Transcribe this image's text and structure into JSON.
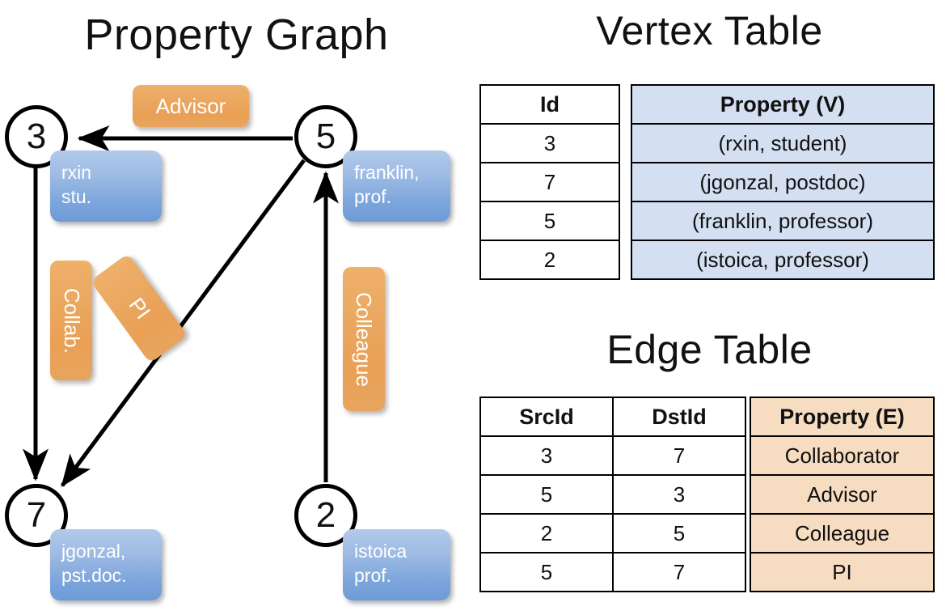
{
  "titles": {
    "property_graph": "Property Graph",
    "vertex_table": "Vertex Table",
    "edge_table": "Edge Table"
  },
  "colors": {
    "vertex_property_fill": "#d4e0f2",
    "edge_property_fill": "#f6dcc0",
    "vertex_box_blue": "#7ba4db",
    "edge_label_orange": "#eaa75f",
    "stroke": "#000000",
    "background": "#ffffff"
  },
  "graph": {
    "nodes": [
      {
        "id": "3",
        "property_line1": "rxin",
        "property_line2": "stu."
      },
      {
        "id": "5",
        "property_line1": "franklin,",
        "property_line2": "prof."
      },
      {
        "id": "7",
        "property_line1": "jgonzal,",
        "property_line2": "pst.doc."
      },
      {
        "id": "2",
        "property_line1": "istoica",
        "property_line2": "prof."
      }
    ],
    "edge_labels": [
      {
        "name": "advisor",
        "text": "Advisor",
        "orientation": "horizontal"
      },
      {
        "name": "collab",
        "text": "Collab.",
        "orientation": "vertical"
      },
      {
        "name": "pi",
        "text": "PI",
        "orientation": "diagonal"
      },
      {
        "name": "colleague",
        "text": "Colleague",
        "orientation": "vertical"
      }
    ],
    "edges": [
      {
        "src": "5",
        "dst": "3",
        "label": "Advisor"
      },
      {
        "src": "3",
        "dst": "7",
        "label": "Collab."
      },
      {
        "src": "5",
        "dst": "7",
        "label": "PI"
      },
      {
        "src": "2",
        "dst": "5",
        "label": "Colleague"
      }
    ]
  },
  "vertex_table": {
    "headers": [
      "Id",
      "Property (V)"
    ],
    "rows": [
      {
        "id": "3",
        "property": "(rxin, student)"
      },
      {
        "id": "7",
        "property": "(jgonzal, postdoc)"
      },
      {
        "id": "5",
        "property": "(franklin, professor)"
      },
      {
        "id": "2",
        "property": "(istoica, professor)"
      }
    ]
  },
  "edge_table": {
    "headers": [
      "SrcId",
      "DstId",
      "Property (E)"
    ],
    "rows": [
      {
        "src": "3",
        "dst": "7",
        "property": "Collaborator"
      },
      {
        "src": "5",
        "dst": "3",
        "property": "Advisor"
      },
      {
        "src": "2",
        "dst": "5",
        "property": "Colleague"
      },
      {
        "src": "5",
        "dst": "7",
        "property": "PI"
      }
    ]
  }
}
